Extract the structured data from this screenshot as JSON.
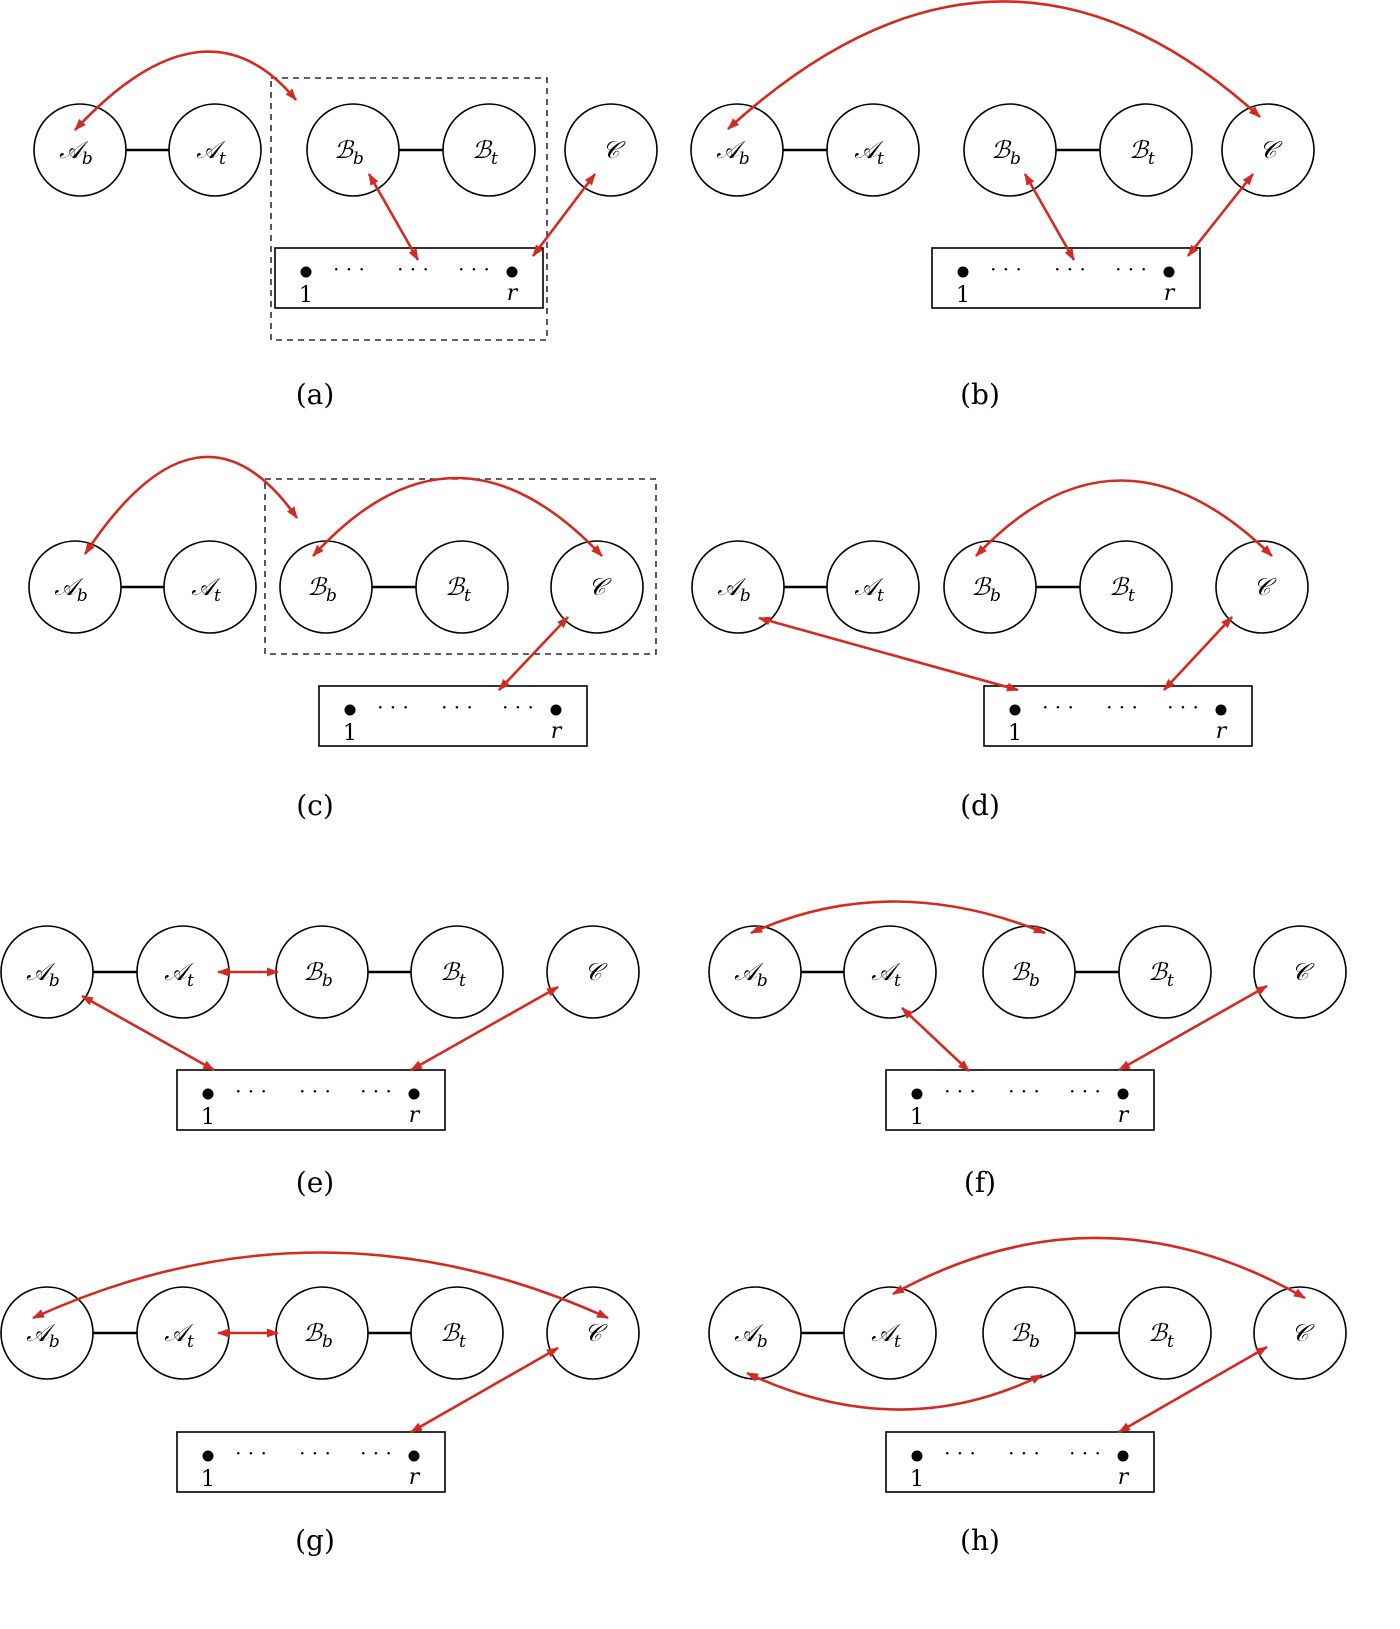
{
  "colors": {
    "arrow": "#d32a22",
    "line": "#000000"
  },
  "labels": {
    "Ab": {
      "main": "𝒜",
      "sub": "b"
    },
    "At": {
      "main": "𝒜",
      "sub": "t"
    },
    "Bb": {
      "main": "ℬ",
      "sub": "b"
    },
    "Bt": {
      "main": "ℬ",
      "sub": "t"
    },
    "C": {
      "main": "𝒞",
      "sub": ""
    }
  },
  "vertex_row": {
    "first": "1",
    "last": "r",
    "dots": "· · ·"
  },
  "panels": [
    {
      "id": "a",
      "caption": "(a)",
      "arrows": [
        [
          "Ab",
          "dashbox"
        ],
        [
          "Bb",
          "row"
        ],
        [
          "C",
          "row"
        ]
      ],
      "dashed": "B+row"
    },
    {
      "id": "b",
      "caption": "(b)",
      "arrows": [
        [
          "Ab",
          "C"
        ],
        [
          "Bb",
          "row"
        ],
        [
          "C",
          "row"
        ]
      ],
      "dashed": null
    },
    {
      "id": "c",
      "caption": "(c)",
      "arrows": [
        [
          "Ab",
          "dashbox"
        ],
        [
          "Bb",
          "C"
        ],
        [
          "C",
          "row"
        ]
      ],
      "dashed": "B+C"
    },
    {
      "id": "d",
      "caption": "(d)",
      "arrows": [
        [
          "Bb",
          "C"
        ],
        [
          "Ab",
          "row"
        ],
        [
          "C",
          "row"
        ]
      ],
      "dashed": null
    },
    {
      "id": "e",
      "caption": "(e)",
      "arrows": [
        [
          "At",
          "Bb"
        ],
        [
          "Ab",
          "row"
        ],
        [
          "C",
          "row"
        ]
      ],
      "dashed": null
    },
    {
      "id": "f",
      "caption": "(f)",
      "arrows": [
        [
          "Ab",
          "Bb"
        ],
        [
          "At",
          "row"
        ],
        [
          "C",
          "row"
        ]
      ],
      "dashed": null
    },
    {
      "id": "g",
      "caption": "(g)",
      "arrows": [
        [
          "Ab",
          "C"
        ],
        [
          "At",
          "Bb"
        ],
        [
          "C",
          "row"
        ]
      ],
      "dashed": null
    },
    {
      "id": "h",
      "caption": "(h)",
      "arrows": [
        [
          "At",
          "C"
        ],
        [
          "Ab",
          "Bb"
        ],
        [
          "C",
          "row"
        ]
      ],
      "dashed": null
    }
  ]
}
